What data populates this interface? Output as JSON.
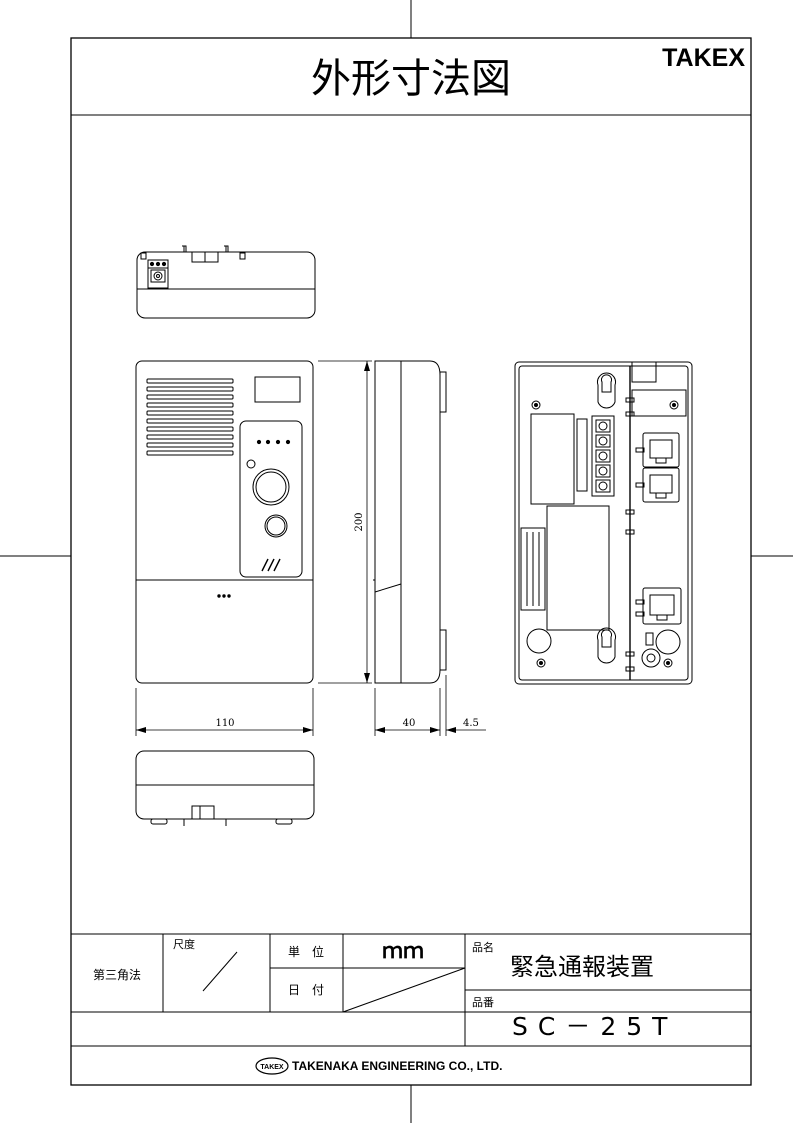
{
  "header": {
    "title": "外形寸法図",
    "brand": "TAKEX"
  },
  "dimensions": {
    "width": "110",
    "height": "200",
    "depth": "40",
    "protrusion": "4.5"
  },
  "title_block": {
    "projection": "第三角法",
    "scale_label": "尺度",
    "unit_label": "単　位",
    "unit_value": "ｍｍ",
    "date_label": "日　付",
    "product_name_label": "品名",
    "product_name": "緊急通報装置",
    "product_number_label": "品番",
    "product_number": "SC－25T"
  },
  "footer": {
    "logo_text": "TAKEX",
    "company": "TAKENAKA ENGINEERING CO., LTD."
  }
}
